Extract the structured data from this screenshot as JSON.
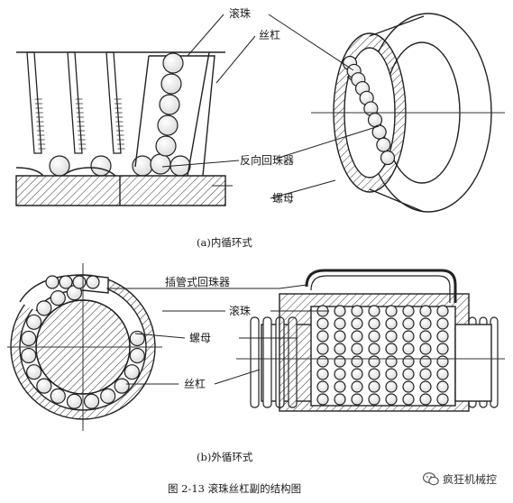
{
  "labels": {
    "a_ball": "滚珠",
    "a_screw": "丝杠",
    "a_return": "反向回珠器",
    "a_nut": "螺母",
    "b_tube": "插管式回珠器",
    "b_ball": "滚珠",
    "b_nut": "螺母",
    "b_screw": "丝杠"
  },
  "captions": {
    "a": "(a)内循环式",
    "b": "(b)外循环式",
    "figure": "图 2-13    滚珠丝杠副的结构图"
  },
  "watermark": {
    "text": "疯狂机械控",
    "icon": "wechat-icon"
  }
}
